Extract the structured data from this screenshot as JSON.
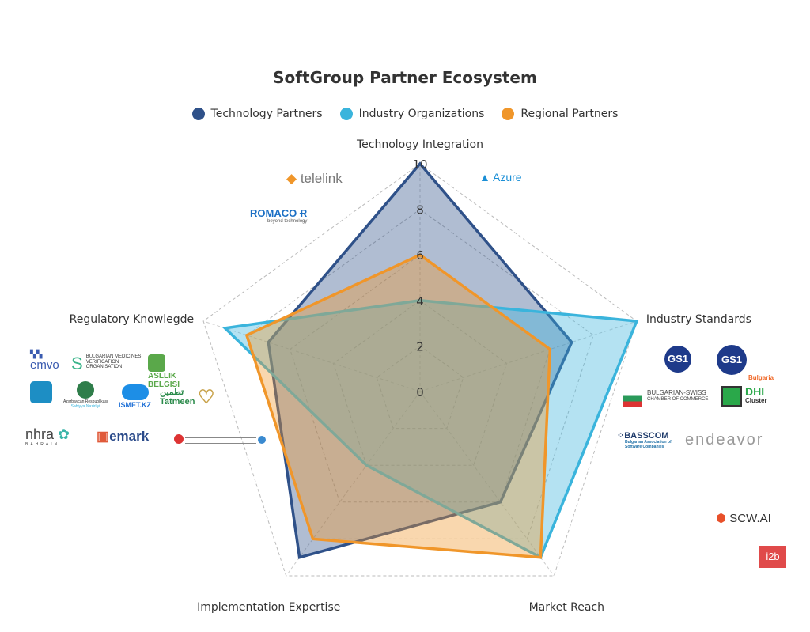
{
  "chart_data": {
    "type": "radar",
    "title": "SoftGroup Partner Ecosystem",
    "axes": [
      "Technology Integration",
      "Industry Standards",
      "Market Reach",
      "Implementation Expertise",
      "Regulatory Knowlegde"
    ],
    "ticks": [
      0,
      2,
      4,
      6,
      8,
      10
    ],
    "range": [
      0,
      10
    ],
    "legend_position": "top",
    "series": [
      {
        "name": "Technology Partners",
        "color": "#2f5189",
        "values": [
          10,
          7,
          6,
          9,
          7
        ]
      },
      {
        "name": "Industry Organizations",
        "color": "#3ab4dc",
        "values": [
          4,
          10,
          9,
          4,
          9
        ]
      },
      {
        "name": "Regional Partners",
        "color": "#f0962a",
        "values": [
          6,
          6,
          9,
          8,
          8
        ]
      }
    ]
  },
  "logos": {
    "telelink": "telelink",
    "azure": "Azure",
    "romaco": "ROMACO",
    "romaco_sub": "beyond technology",
    "emvo": "emvo",
    "bmvo": "BULGARIAN MEDICINES VERIFICATION ORGANISATION",
    "asllik": "ASLLIK BELGISI",
    "az": "Azərbaycan Respublikası",
    "az_sub": "Səhiyyə Nazirliyi",
    "ismet": "ISMET.KZ",
    "tatmeen": "Tatmeen",
    "tatmeen_ar": "تطمين",
    "nhra": "nhra",
    "nhra_sub": "BAHRAIN",
    "emark": "emark",
    "gs1": "GS1",
    "gs1bg": "GS1",
    "gs1bg_sub": "Bulgaria",
    "bsc": "BULGARIAN-SWISS",
    "bsc_sub": "CHAMBER OF COMMERCE",
    "dhi": "DHI",
    "dhi_sub": "Cluster",
    "basscom": "BASSCOM",
    "basscom_sub": "Bulgarian Association of Software Companies",
    "endeavor": "endeavor",
    "scwai": "SCW.AI",
    "i2b": "i2b"
  }
}
